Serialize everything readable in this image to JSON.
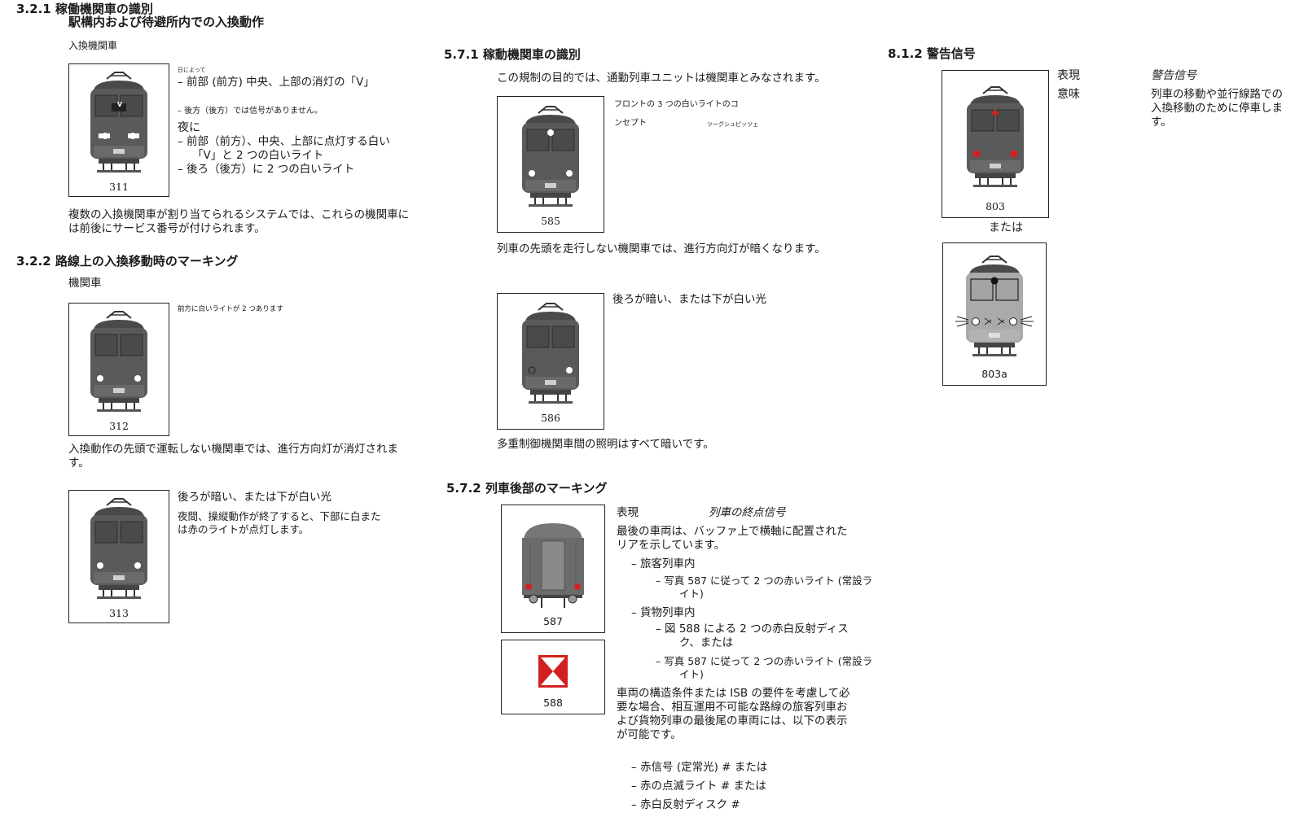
{
  "col1": {
    "sec_3_2_1": "3.2.1 稼働機関車の識別",
    "sub_title": "駅構内および待避所内での入換動作",
    "loco_label_1": "入換機関車",
    "fig311": "311",
    "by_day": "日によって",
    "day_line": "– 前部 (前方) 中央、上部の消灯の「V」",
    "rear_none": "– 後方（後方）では信号がありません。",
    "night": "夜に",
    "night_1": "– 前部（前方）、中央、上部に点灯する白い",
    "night_1b": "「V」と 2 つの白いライト",
    "night_2": "– 後ろ（後方）に 2 つの白いライト",
    "v_mark": "V",
    "para_1": "複数の入換機関車が割り当てられるシステムでは、これらの機関車に",
    "para_1b": "は前後にサービス番号が付けられます。",
    "sec_3_2_2": "3.2.2 路線上の入換移動時のマーキング",
    "loco_label_2": "機関車",
    "fig312": "312",
    "front_two": "前方に白いライトが 2 つあります",
    "para_2": "入換動作の先頭で運転しない機関車では、進行方向灯が消灯されま",
    "para_2b": "す。",
    "fig313": "313",
    "rear_dark": "後ろが暗い、または下が白い光",
    "night_end": "夜間、操縦動作が終了すると、下部に白また",
    "night_end_b": "は赤のライトが点灯します。"
  },
  "col2": {
    "sec_5_7_1": "5.7.1 稼動機関車の識別",
    "commuter": "この規制の目的では、通勤列車ユニットは機関車とみなされます。",
    "fig585": "585",
    "three_white": "フロントの 3 つの白いライトのコ",
    "concept": "ンセプト",
    "zigzag": "ツーグシュピッツェ",
    "lead_dark": "列車の先頭を走行しない機関車では、進行方向灯が暗くなります。",
    "fig586": "586",
    "rear_dark": "後ろが暗い、または下が白い光",
    "multi": "多重制御機関車間の照明はすべて暗いです。",
    "sec_5_7_2": "5.7.2 列車後部のマーキング",
    "expr": "表現",
    "end_signal": "列車の終点信号",
    "last_car": "最後の車両は、バッファ上で横軸に配置された",
    "last_car_b": "リアを示しています。",
    "passenger": "– 旅客列車内",
    "pass_sub": "– 写真 587 に従って 2 つの赤いライト (常設ラ",
    "pass_sub_b": "イト)",
    "freight": "– 貨物列車内",
    "fr_sub1": "– 図 588 による 2 つの赤白反射ディス",
    "fr_sub1_b": "ク、または",
    "fr_sub2": "– 写真 587 に従って 2 つの赤いライト (常設ラ",
    "fr_sub2_b": "イト)",
    "fig587": "587",
    "fig588": "588",
    "struct_1": "車両の構造条件または ISB の要件を考慮して必",
    "struct_2": "要な場合、相互運用不可能な路線の旅客列車お",
    "struct_3": "よび貨物列車の最後尾の車両には、以下の表示",
    "struct_4": "が可能です。",
    "opt_1": "– 赤信号 (定常光) # または",
    "opt_2": "– 赤の点滅ライト # または",
    "opt_3": "– 赤白反射ディスク #"
  },
  "col3": {
    "sec_8_1_2": "8.1.2 警告信号",
    "expr": "表現",
    "warning": "警告信号",
    "meaning": "意味",
    "meaning_text": "列車の移動や並行線路での入換移動のために停車します。",
    "fig803": "803",
    "or": "または",
    "fig803a": "803a"
  },
  "colors": {
    "body": "#5a5a5a",
    "dark": "#3a3a3a",
    "red": "#d22020",
    "white": "#ffffff"
  }
}
